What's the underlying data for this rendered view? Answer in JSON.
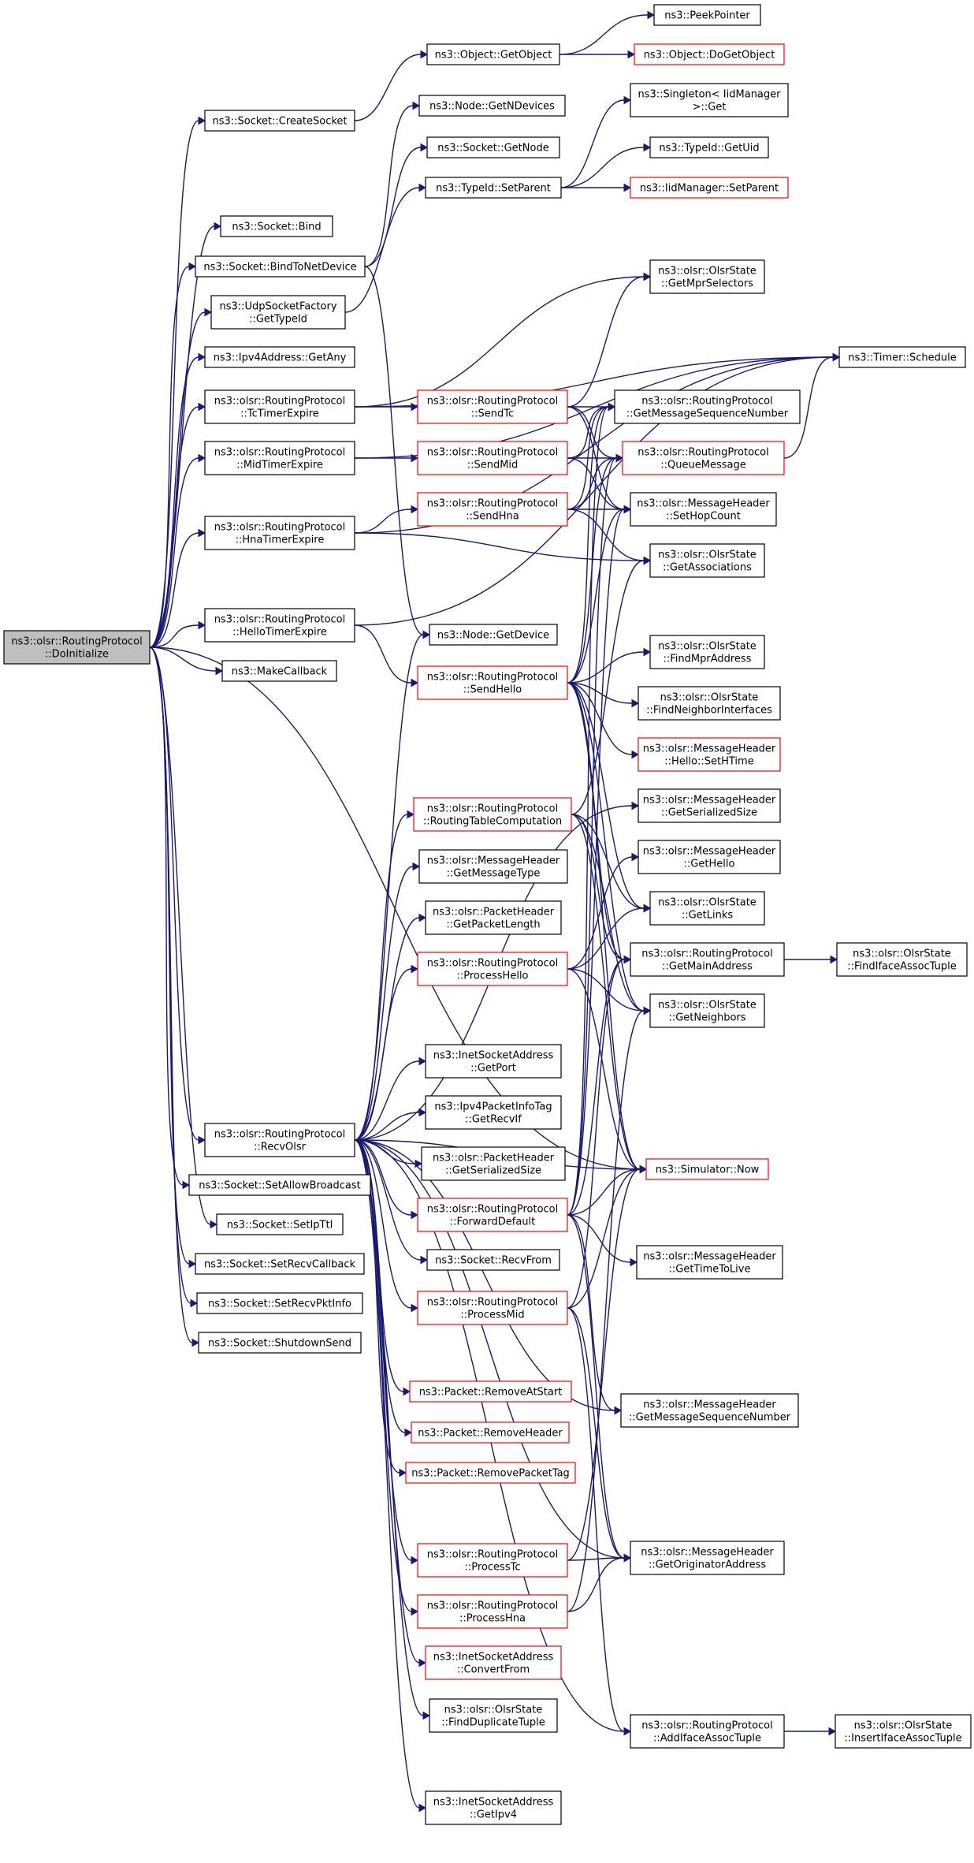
{
  "nodes": [
    {
      "id": "root",
      "lines": [
        "ns3::olsr::RoutingProtocol",
        "::DoInitialize"
      ],
      "style": "root"
    },
    {
      "id": "createSocket",
      "lines": [
        "ns3::Socket::CreateSocket"
      ],
      "style": "black"
    },
    {
      "id": "bind",
      "lines": [
        "ns3::Socket::Bind"
      ],
      "style": "black"
    },
    {
      "id": "bindToNetDevice",
      "lines": [
        "ns3::Socket::BindToNetDevice"
      ],
      "style": "black"
    },
    {
      "id": "udpGetTypeId",
      "lines": [
        "ns3::UdpSocketFactory",
        "::GetTypeId"
      ],
      "style": "black"
    },
    {
      "id": "ipv4GetAny",
      "lines": [
        "ns3::Ipv4Address::GetAny"
      ],
      "style": "black"
    },
    {
      "id": "tcTimer",
      "lines": [
        "ns3::olsr::RoutingProtocol",
        "::TcTimerExpire"
      ],
      "style": "black"
    },
    {
      "id": "midTimer",
      "lines": [
        "ns3::olsr::RoutingProtocol",
        "::MidTimerExpire"
      ],
      "style": "black"
    },
    {
      "id": "hnaTimer",
      "lines": [
        "ns3::olsr::RoutingProtocol",
        "::HnaTimerExpire"
      ],
      "style": "black"
    },
    {
      "id": "helloTimer",
      "lines": [
        "ns3::olsr::RoutingProtocol",
        "::HelloTimerExpire"
      ],
      "style": "black"
    },
    {
      "id": "makeCallback",
      "lines": [
        "ns3::MakeCallback"
      ],
      "style": "black"
    },
    {
      "id": "recvOlsr",
      "lines": [
        "ns3::olsr::RoutingProtocol",
        "::RecvOlsr"
      ],
      "style": "black"
    },
    {
      "id": "setAllowBroadcast",
      "lines": [
        "ns3::Socket::SetAllowBroadcast"
      ],
      "style": "black"
    },
    {
      "id": "setIpTtl",
      "lines": [
        "ns3::Socket::SetIpTtl"
      ],
      "style": "black"
    },
    {
      "id": "setRecvCallback",
      "lines": [
        "ns3::Socket::SetRecvCallback"
      ],
      "style": "black"
    },
    {
      "id": "setRecvPktInfo",
      "lines": [
        "ns3::Socket::SetRecvPktInfo"
      ],
      "style": "black"
    },
    {
      "id": "shutdownSend",
      "lines": [
        "ns3::Socket::ShutdownSend"
      ],
      "style": "black"
    },
    {
      "id": "getObject",
      "lines": [
        "ns3::Object::GetObject"
      ],
      "style": "black"
    },
    {
      "id": "nodeGetNDevices",
      "lines": [
        "ns3::Node::GetNDevices"
      ],
      "style": "black"
    },
    {
      "id": "socketGetNode",
      "lines": [
        "ns3::Socket::GetNode"
      ],
      "style": "black"
    },
    {
      "id": "typeIdSetParent",
      "lines": [
        "ns3::TypeId::SetParent"
      ],
      "style": "black"
    },
    {
      "id": "sendTc",
      "lines": [
        "ns3::olsr::RoutingProtocol",
        "::SendTc"
      ],
      "style": "red"
    },
    {
      "id": "sendMid",
      "lines": [
        "ns3::olsr::RoutingProtocol",
        "::SendMid"
      ],
      "style": "red"
    },
    {
      "id": "sendHna",
      "lines": [
        "ns3::olsr::RoutingProtocol",
        "::SendHna"
      ],
      "style": "red"
    },
    {
      "id": "nodeGetDevice",
      "lines": [
        "ns3::Node::GetDevice"
      ],
      "style": "black"
    },
    {
      "id": "sendHello",
      "lines": [
        "ns3::olsr::RoutingProtocol",
        "::SendHello"
      ],
      "style": "red"
    },
    {
      "id": "rtComputation",
      "lines": [
        "ns3::olsr::RoutingProtocol",
        "::RoutingTableComputation"
      ],
      "style": "red"
    },
    {
      "id": "getMessageType",
      "lines": [
        "ns3::olsr::MessageHeader",
        "::GetMessageType"
      ],
      "style": "black"
    },
    {
      "id": "getPacketLength",
      "lines": [
        "ns3::olsr::PacketHeader",
        "::GetPacketLength"
      ],
      "style": "black"
    },
    {
      "id": "processHello",
      "lines": [
        "ns3::olsr::RoutingProtocol",
        "::ProcessHello"
      ],
      "style": "red"
    },
    {
      "id": "inetGetPort",
      "lines": [
        "ns3::InetSocketAddress",
        "::GetPort"
      ],
      "style": "black"
    },
    {
      "id": "ipv4GetRecvIf",
      "lines": [
        "ns3::Ipv4PacketInfoTag",
        "::GetRecvIf"
      ],
      "style": "black"
    },
    {
      "id": "pktGetSerializedSize",
      "lines": [
        "ns3::olsr::PacketHeader",
        "::GetSerializedSize"
      ],
      "style": "black"
    },
    {
      "id": "forwardDefault",
      "lines": [
        "ns3::olsr::RoutingProtocol",
        "::ForwardDefault"
      ],
      "style": "red"
    },
    {
      "id": "recvFrom",
      "lines": [
        "ns3::Socket::RecvFrom"
      ],
      "style": "black"
    },
    {
      "id": "processMid",
      "lines": [
        "ns3::olsr::RoutingProtocol",
        "::ProcessMid"
      ],
      "style": "red"
    },
    {
      "id": "removeAtStart",
      "lines": [
        "ns3::Packet::RemoveAtStart"
      ],
      "style": "red"
    },
    {
      "id": "removeHeader",
      "lines": [
        "ns3::Packet::RemoveHeader"
      ],
      "style": "red"
    },
    {
      "id": "removePacketTag",
      "lines": [
        "ns3::Packet::RemovePacketTag"
      ],
      "style": "red"
    },
    {
      "id": "processTc",
      "lines": [
        "ns3::olsr::RoutingProtocol",
        "::ProcessTc"
      ],
      "style": "red"
    },
    {
      "id": "processHna",
      "lines": [
        "ns3::olsr::RoutingProtocol",
        "::ProcessHna"
      ],
      "style": "red"
    },
    {
      "id": "convertFrom",
      "lines": [
        "ns3::InetSocketAddress",
        "::ConvertFrom"
      ],
      "style": "red"
    },
    {
      "id": "findDuplicateTuple",
      "lines": [
        "ns3::olsr::OlsrState",
        "::FindDuplicateTuple"
      ],
      "style": "black"
    },
    {
      "id": "inetGetIpv4",
      "lines": [
        "ns3::InetSocketAddress",
        "::GetIpv4"
      ],
      "style": "black"
    },
    {
      "id": "peekPointer",
      "lines": [
        "ns3::PeekPointer"
      ],
      "style": "black"
    },
    {
      "id": "doGetObject",
      "lines": [
        "ns3::Object::DoGetObject"
      ],
      "style": "red"
    },
    {
      "id": "singletonGet",
      "lines": [
        "ns3::Singleton< IidManager",
        " >::Get"
      ],
      "style": "black"
    },
    {
      "id": "typeIdGetUid",
      "lines": [
        "ns3::TypeId::GetUid"
      ],
      "style": "black"
    },
    {
      "id": "iidSetParent",
      "lines": [
        "ns3::IidManager::SetParent"
      ],
      "style": "red"
    },
    {
      "id": "getMprSelectors",
      "lines": [
        "ns3::olsr::OlsrState",
        "::GetMprSelectors"
      ],
      "style": "black"
    },
    {
      "id": "timerSchedule",
      "lines": [
        "ns3::Timer::Schedule"
      ],
      "style": "black"
    },
    {
      "id": "rpGetMsgSeq",
      "lines": [
        "ns3::olsr::RoutingProtocol",
        "::GetMessageSequenceNumber"
      ],
      "style": "black"
    },
    {
      "id": "queueMessage",
      "lines": [
        "ns3::olsr::RoutingProtocol",
        "::QueueMessage"
      ],
      "style": "red"
    },
    {
      "id": "setHopCount",
      "lines": [
        "ns3::olsr::MessageHeader",
        "::SetHopCount"
      ],
      "style": "black"
    },
    {
      "id": "getAssociations",
      "lines": [
        "ns3::olsr::OlsrState",
        "::GetAssociations"
      ],
      "style": "black"
    },
    {
      "id": "findMprAddress",
      "lines": [
        "ns3::olsr::OlsrState",
        "::FindMprAddress"
      ],
      "style": "black"
    },
    {
      "id": "findNeighborIfaces",
      "lines": [
        "ns3::olsr::OlsrState",
        "::FindNeighborInterfaces"
      ],
      "style": "black"
    },
    {
      "id": "helloSetHTime",
      "lines": [
        "ns3::olsr::MessageHeader",
        "::Hello::SetHTime"
      ],
      "style": "red"
    },
    {
      "id": "msgGetSerializedSize",
      "lines": [
        "ns3::olsr::MessageHeader",
        "::GetSerializedSize"
      ],
      "style": "black"
    },
    {
      "id": "getHello",
      "lines": [
        "ns3::olsr::MessageHeader",
        "::GetHello"
      ],
      "style": "black"
    },
    {
      "id": "getLinks",
      "lines": [
        "ns3::olsr::OlsrState",
        "::GetLinks"
      ],
      "style": "black"
    },
    {
      "id": "getMainAddress",
      "lines": [
        "ns3::olsr::RoutingProtocol",
        "::GetMainAddress"
      ],
      "style": "black"
    },
    {
      "id": "getNeighbors",
      "lines": [
        "ns3::olsr::OlsrState",
        "::GetNeighbors"
      ],
      "style": "black"
    },
    {
      "id": "simulatorNow",
      "lines": [
        "ns3::Simulator::Now"
      ],
      "style": "red"
    },
    {
      "id": "getTimeToLive",
      "lines": [
        "ns3::olsr::MessageHeader",
        "::GetTimeToLive"
      ],
      "style": "black"
    },
    {
      "id": "mhGetMsgSeq",
      "lines": [
        "ns3::olsr::MessageHeader",
        "::GetMessageSequenceNumber"
      ],
      "style": "black"
    },
    {
      "id": "getOriginatorAddress",
      "lines": [
        "ns3::olsr::MessageHeader",
        "::GetOriginatorAddress"
      ],
      "style": "black"
    },
    {
      "id": "addIfaceAssocTuple",
      "lines": [
        "ns3::olsr::RoutingProtocol",
        "::AddIfaceAssocTuple"
      ],
      "style": "black"
    },
    {
      "id": "findIfaceAssocTuple",
      "lines": [
        "ns3::olsr::OlsrState",
        "::FindIfaceAssocTuple"
      ],
      "style": "black"
    },
    {
      "id": "insertIfaceAssocTuple",
      "lines": [
        "ns3::olsr::OlsrState",
        "::InsertIfaceAssocTuple"
      ],
      "style": "black"
    }
  ],
  "edges": [
    [
      "root",
      "createSocket"
    ],
    [
      "root",
      "bind"
    ],
    [
      "root",
      "bindToNetDevice"
    ],
    [
      "root",
      "udpGetTypeId"
    ],
    [
      "root",
      "ipv4GetAny"
    ],
    [
      "root",
      "tcTimer"
    ],
    [
      "root",
      "midTimer"
    ],
    [
      "root",
      "hnaTimer"
    ],
    [
      "root",
      "helloTimer"
    ],
    [
      "root",
      "makeCallback"
    ],
    [
      "root",
      "recvOlsr"
    ],
    [
      "root",
      "setAllowBroadcast"
    ],
    [
      "root",
      "setIpTtl"
    ],
    [
      "root",
      "setRecvCallback"
    ],
    [
      "root",
      "setRecvPktInfo"
    ],
    [
      "root",
      "shutdownSend"
    ],
    [
      "root",
      "simulatorNow"
    ],
    [
      "createSocket",
      "getObject"
    ],
    [
      "getObject",
      "peekPointer"
    ],
    [
      "getObject",
      "doGetObject"
    ],
    [
      "bindToNetDevice",
      "nodeGetNDevices"
    ],
    [
      "bindToNetDevice",
      "socketGetNode"
    ],
    [
      "bindToNetDevice",
      "nodeGetDevice"
    ],
    [
      "udpGetTypeId",
      "typeIdSetParent"
    ],
    [
      "typeIdSetParent",
      "singletonGet"
    ],
    [
      "typeIdSetParent",
      "typeIdGetUid"
    ],
    [
      "typeIdSetParent",
      "iidSetParent"
    ],
    [
      "tcTimer",
      "sendTc"
    ],
    [
      "tcTimer",
      "timerSchedule"
    ],
    [
      "tcTimer",
      "getMprSelectors"
    ],
    [
      "midTimer",
      "sendMid"
    ],
    [
      "midTimer",
      "timerSchedule"
    ],
    [
      "hnaTimer",
      "sendHna"
    ],
    [
      "hnaTimer",
      "timerSchedule"
    ],
    [
      "hnaTimer",
      "getAssociations"
    ],
    [
      "helloTimer",
      "sendHello"
    ],
    [
      "helloTimer",
      "timerSchedule"
    ],
    [
      "sendTc",
      "getMprSelectors"
    ],
    [
      "sendTc",
      "rpGetMsgSeq"
    ],
    [
      "sendTc",
      "queueMessage"
    ],
    [
      "sendTc",
      "setHopCount"
    ],
    [
      "sendMid",
      "rpGetMsgSeq"
    ],
    [
      "sendMid",
      "queueMessage"
    ],
    [
      "sendMid",
      "setHopCount"
    ],
    [
      "sendHna",
      "rpGetMsgSeq"
    ],
    [
      "sendHna",
      "queueMessage"
    ],
    [
      "sendHna",
      "setHopCount"
    ],
    [
      "sendHna",
      "getAssociations"
    ],
    [
      "queueMessage",
      "timerSchedule"
    ],
    [
      "sendHello",
      "rpGetMsgSeq"
    ],
    [
      "sendHello",
      "queueMessage"
    ],
    [
      "sendHello",
      "setHopCount"
    ],
    [
      "sendHello",
      "findMprAddress"
    ],
    [
      "sendHello",
      "findNeighborIfaces"
    ],
    [
      "sendHello",
      "helloSetHTime"
    ],
    [
      "sendHello",
      "getLinks"
    ],
    [
      "sendHello",
      "getMainAddress"
    ],
    [
      "sendHello",
      "getNeighbors"
    ],
    [
      "sendHello",
      "simulatorNow"
    ],
    [
      "recvOlsr",
      "nodeGetDevice"
    ],
    [
      "recvOlsr",
      "rtComputation"
    ],
    [
      "recvOlsr",
      "getMessageType"
    ],
    [
      "recvOlsr",
      "getPacketLength"
    ],
    [
      "recvOlsr",
      "processHello"
    ],
    [
      "recvOlsr",
      "inetGetPort"
    ],
    [
      "recvOlsr",
      "ipv4GetRecvIf"
    ],
    [
      "recvOlsr",
      "pktGetSerializedSize"
    ],
    [
      "recvOlsr",
      "forwardDefault"
    ],
    [
      "recvOlsr",
      "recvFrom"
    ],
    [
      "recvOlsr",
      "processMid"
    ],
    [
      "recvOlsr",
      "removeAtStart"
    ],
    [
      "recvOlsr",
      "removeHeader"
    ],
    [
      "recvOlsr",
      "removePacketTag"
    ],
    [
      "recvOlsr",
      "processTc"
    ],
    [
      "recvOlsr",
      "processHna"
    ],
    [
      "recvOlsr",
      "convertFrom"
    ],
    [
      "recvOlsr",
      "findDuplicateTuple"
    ],
    [
      "recvOlsr",
      "inetGetIpv4"
    ],
    [
      "recvOlsr",
      "msgGetSerializedSize"
    ],
    [
      "recvOlsr",
      "simulatorNow"
    ],
    [
      "recvOlsr",
      "mhGetMsgSeq"
    ],
    [
      "recvOlsr",
      "getOriginatorAddress"
    ],
    [
      "recvOlsr",
      "addIfaceAssocTuple"
    ],
    [
      "rtComputation",
      "getAssociations"
    ],
    [
      "rtComputation",
      "getLinks"
    ],
    [
      "rtComputation",
      "getMainAddress"
    ],
    [
      "rtComputation",
      "getNeighbors"
    ],
    [
      "rtComputation",
      "simulatorNow"
    ],
    [
      "processHello",
      "getHello"
    ],
    [
      "processHello",
      "getLinks"
    ],
    [
      "processHello",
      "getNeighbors"
    ],
    [
      "processHello",
      "simulatorNow"
    ],
    [
      "forwardDefault",
      "rpGetMsgSeq"
    ],
    [
      "forwardDefault",
      "queueMessage"
    ],
    [
      "forwardDefault",
      "setHopCount"
    ],
    [
      "forwardDefault",
      "simulatorNow"
    ],
    [
      "forwardDefault",
      "getTimeToLive"
    ],
    [
      "forwardDefault",
      "mhGetMsgSeq"
    ],
    [
      "forwardDefault",
      "getOriginatorAddress"
    ],
    [
      "forwardDefault",
      "getMainAddress"
    ],
    [
      "processMid",
      "getMainAddress"
    ],
    [
      "processMid",
      "simulatorNow"
    ],
    [
      "processMid",
      "getOriginatorAddress"
    ],
    [
      "processMid",
      "addIfaceAssocTuple"
    ],
    [
      "processTc",
      "simulatorNow"
    ],
    [
      "processTc",
      "getOriginatorAddress"
    ],
    [
      "processHna",
      "getNeighbors"
    ],
    [
      "processHna",
      "getOriginatorAddress"
    ],
    [
      "getMainAddress",
      "findIfaceAssocTuple"
    ],
    [
      "addIfaceAssocTuple",
      "insertIfaceAssocTuple"
    ]
  ]
}
